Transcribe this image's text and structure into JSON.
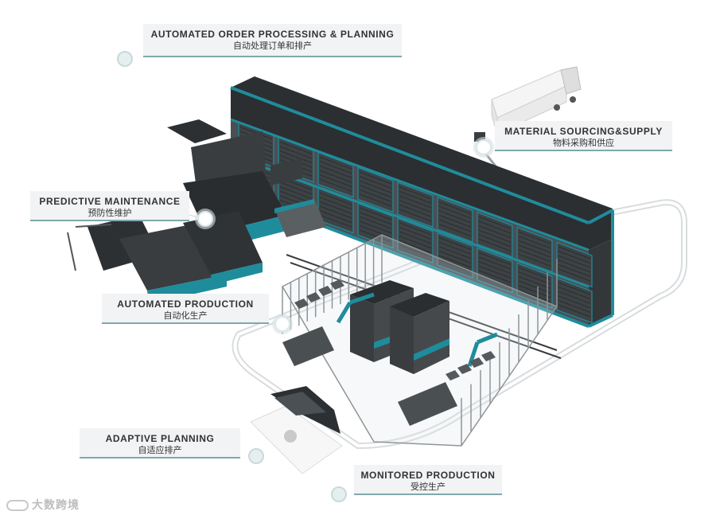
{
  "callouts": {
    "order_planning": {
      "en": "AUTOMATED ORDER PROCESSING & PLANNING",
      "zh": "自动处理订单和排产"
    },
    "material_supply": {
      "en": "MATERIAL SOURCING&SUPPLY",
      "zh": "物料采购和供应"
    },
    "predictive_maintenance": {
      "en": "PREDICTIVE MAINTENANCE",
      "zh": "预防性维护"
    },
    "automated_production": {
      "en": "AUTOMATED PRODUCTION",
      "zh": "自动化生产"
    },
    "adaptive_planning": {
      "en": "ADAPTIVE PLANNING",
      "zh": "自适应排产"
    },
    "monitored_production": {
      "en": "MONITORED PRODUCTION",
      "zh": "受控生产"
    }
  },
  "watermark": {
    "text": "大数跨境"
  },
  "colors": {
    "teal": "#1f8c9c",
    "dark_machine": "#3a3d40",
    "panel_bg": "#f1f3f4",
    "accent_line": "#7fa8ae"
  }
}
